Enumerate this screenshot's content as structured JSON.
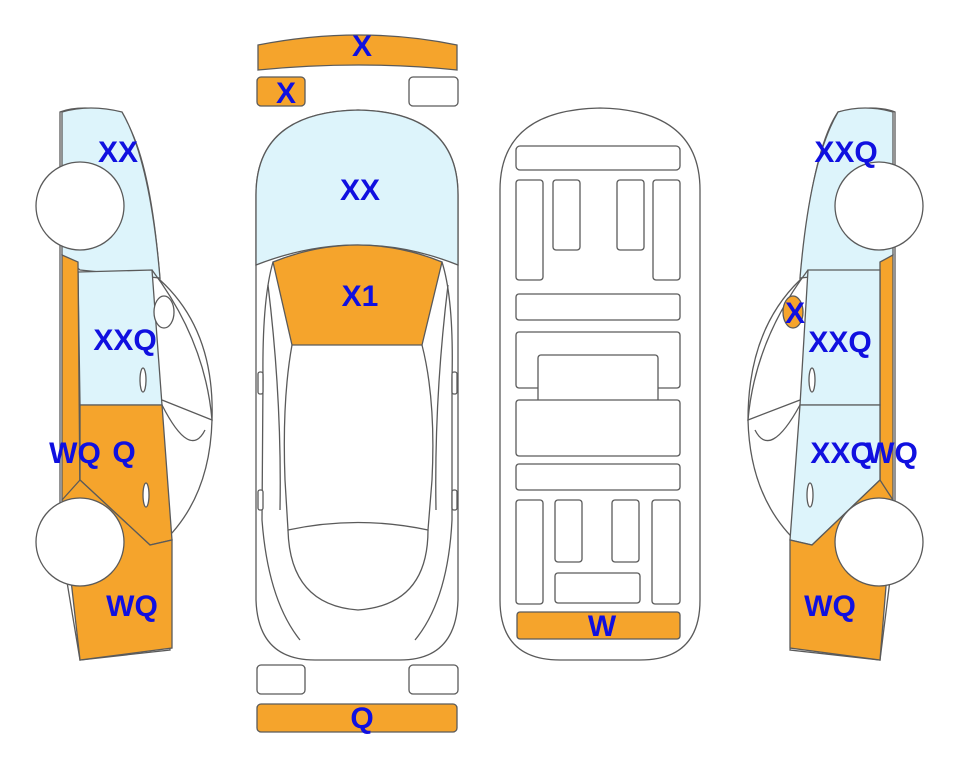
{
  "colors": {
    "damaged": "#F5A42C",
    "glass": "#DDF4FB",
    "label": "#1010E0",
    "outline": "#5a5a5a",
    "body": "#ffffff"
  },
  "labels": {
    "front_bumper": "X",
    "left_headlight": "X",
    "windshield": "XX",
    "hood": "X1",
    "rear_bumper": "Q",
    "trunk_lid": "W",
    "left_front_glass": "XX",
    "left_front_door": "XXQ",
    "left_rear_panel_a": "WQ",
    "left_rear_door": "Q",
    "left_rear_quarter": "WQ",
    "right_front_glass": "XXQ",
    "right_mirror": "X",
    "right_front_door": "XXQ",
    "right_rear_door": "XXQ",
    "right_rear_panel": "WQ",
    "right_rear_quarter": "WQ"
  }
}
